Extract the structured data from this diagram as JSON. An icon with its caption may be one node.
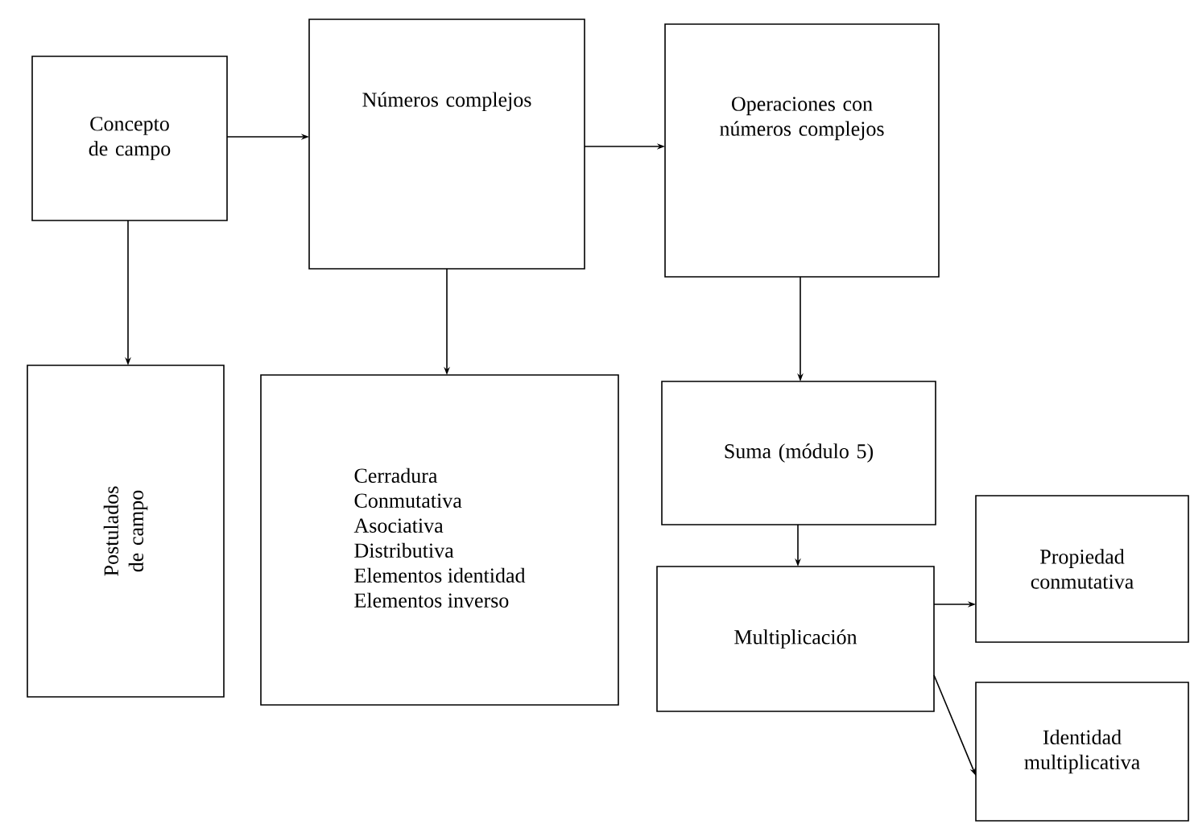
{
  "diagram": {
    "nodes": [
      {
        "text": [
          "Concepto de campo"
        ]
      },
      {
        "text": [
          "Números complejos"
        ]
      },
      {
        "text": [
          "Operaciones con números complejos"
        ]
      },
      {
        "text": [
          "Postulados de campo"
        ]
      },
      {
        "text": [
          "Cerradura",
          "Conmutativa",
          "Asociativa",
          "Distributiva",
          "Elementos identidad",
          "Elementos inverso"
        ]
      },
      {
        "text": [
          "Suma (módulo 5)"
        ]
      },
      {
        "text": [
          "Multiplicación"
        ]
      },
      {
        "text": [
          "Propiedad conmutativa"
        ]
      },
      {
        "text": [
          "Identidad multiplicativa"
        ]
      }
    ],
    "edges": [
      {
        "from": 0,
        "to": 1,
        "arrow": "to"
      },
      {
        "from": 1,
        "to": 2,
        "arrow": "to"
      },
      {
        "from": 0,
        "to": 3,
        "arrow": "to"
      },
      {
        "from": 1,
        "to": 4,
        "arrow": "to"
      },
      {
        "from": 2,
        "to": 5,
        "arrow": "to"
      },
      {
        "from": 5,
        "to": 6,
        "arrow": "to"
      },
      {
        "from": 6,
        "to": 7,
        "arrow": "to"
      },
      {
        "from": 6,
        "to": 8,
        "arrow": "to"
      }
    ]
  }
}
